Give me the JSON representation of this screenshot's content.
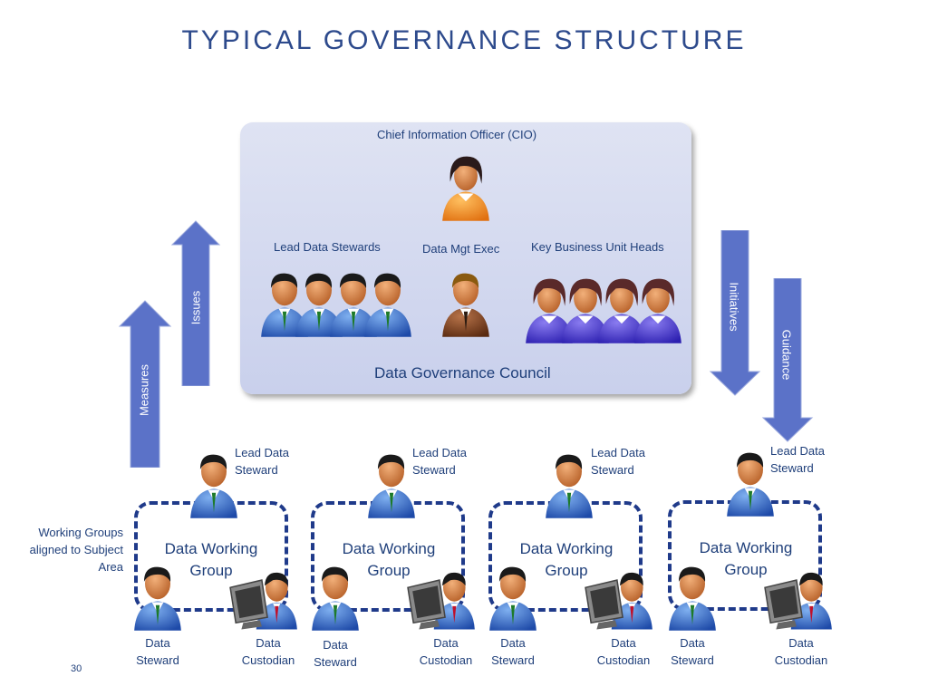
{
  "title": "TYPICAL GOVERNANCE STRUCTURE",
  "council": {
    "cio_label": "Chief Information Officer (CIO)",
    "lead_stewards_label": "Lead Data Stewards",
    "mgt_exec_label": "Data Mgt Exec",
    "bu_heads_label": "Key Business Unit Heads",
    "name": "Data Governance Council"
  },
  "arrows": {
    "measures": "Measures",
    "issues": "Issues",
    "initiatives": "Initiatives",
    "guidance": "Guidance"
  },
  "working_groups_note": "Working Groups aligned to Subject Area",
  "working_groups": [
    {
      "name": "Data Working Group",
      "lead": "Lead Data Steward",
      "steward": "Data Steward",
      "custodian": "Data Custodian"
    },
    {
      "name": "Data Working Group",
      "lead": "Lead Data Steward",
      "steward": "Data Steward",
      "custodian": "Data Custodian"
    },
    {
      "name": "Data Working Group",
      "lead": "Lead Data Steward",
      "steward": "Data Steward",
      "custodian": "Data Custodian"
    },
    {
      "name": "Data Working Group",
      "lead": "Lead Data Steward",
      "steward": "Data Steward",
      "custodian": "Data Custodian"
    }
  ],
  "page_number": "30",
  "colors": {
    "title": "#2d4a8c",
    "arrow": "#5b72c8",
    "council_bg": "#d3d8ef",
    "dashed_border": "#1f3a8a"
  }
}
